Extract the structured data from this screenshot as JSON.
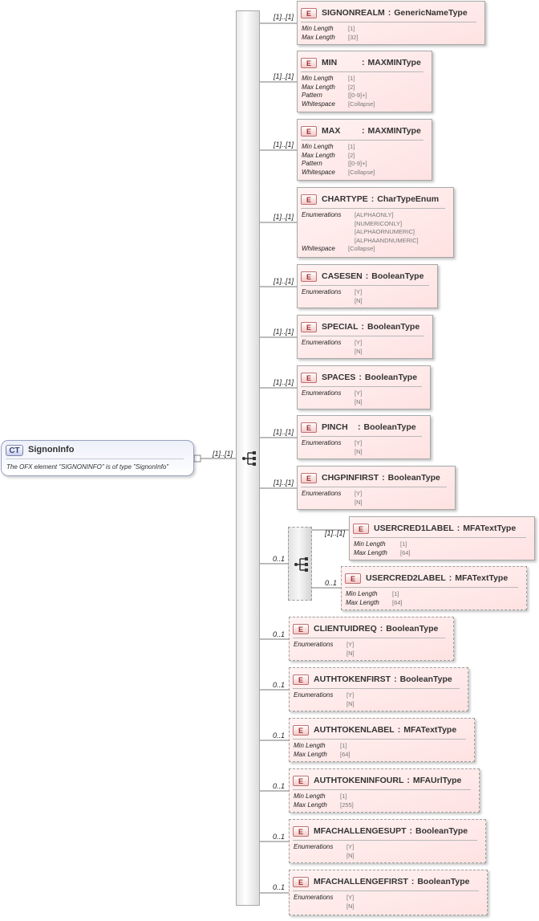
{
  "complex_type": {
    "badge": "CT",
    "name": "SignonInfo",
    "documentation": "The OFX element \"SIGNONINFO\" is of type \"SignonInfo\"",
    "occurrence": "[1]..[1]"
  },
  "elements": [
    {
      "badge": "E",
      "name": "SIGNONREALM",
      "sep": ":",
      "type": "GenericNameType",
      "occurrence": "[1]..[1]",
      "optional": false,
      "props": [
        {
          "name": "Min Length",
          "values": [
            "[1]"
          ]
        },
        {
          "name": "Max Length",
          "values": [
            "[32]"
          ]
        }
      ]
    },
    {
      "badge": "E",
      "name": "MIN",
      "sep": ":",
      "type": "MAXMINType",
      "occurrence": "[1]..[1]",
      "optional": false,
      "props": [
        {
          "name": "Min Length",
          "values": [
            "[1]"
          ]
        },
        {
          "name": "Max Length",
          "values": [
            "[2]"
          ]
        },
        {
          "name": "Pattern",
          "values": [
            "[[0-9]+]"
          ]
        },
        {
          "name": "Whitespace",
          "values": [
            "[Collapse]"
          ]
        }
      ]
    },
    {
      "badge": "E",
      "name": "MAX",
      "sep": ":",
      "type": "MAXMINType",
      "occurrence": "[1]..[1]",
      "optional": false,
      "props": [
        {
          "name": "Min Length",
          "values": [
            "[1]"
          ]
        },
        {
          "name": "Max Length",
          "values": [
            "[2]"
          ]
        },
        {
          "name": "Pattern",
          "values": [
            "[[0-9]+]"
          ]
        },
        {
          "name": "Whitespace",
          "values": [
            "[Collapse]"
          ]
        }
      ]
    },
    {
      "badge": "E",
      "name": "CHARTYPE",
      "sep": ":",
      "type": "CharTypeEnum",
      "occurrence": "[1]..[1]",
      "optional": false,
      "props": [
        {
          "name": "Enumerations",
          "values": [
            "[ALPHAONLY]",
            "[NUMERICONLY]",
            "[ALPHAORNUMERIC]",
            "[ALPHAANDNUMERIC]"
          ]
        },
        {
          "name": "Whitespace",
          "values": [
            "[Collapse]"
          ]
        }
      ]
    },
    {
      "badge": "E",
      "name": "CASESEN",
      "sep": ":",
      "type": "BooleanType",
      "occurrence": "[1]..[1]",
      "optional": false,
      "props": [
        {
          "name": "Enumerations",
          "values": [
            "[Y]",
            "[N]"
          ]
        }
      ]
    },
    {
      "badge": "E",
      "name": "SPECIAL",
      "sep": ":",
      "type": "BooleanType",
      "occurrence": "[1]..[1]",
      "optional": false,
      "props": [
        {
          "name": "Enumerations",
          "values": [
            "[Y]",
            "[N]"
          ]
        }
      ]
    },
    {
      "badge": "E",
      "name": "SPACES",
      "sep": ":",
      "type": "BooleanType",
      "occurrence": "[1]..[1]",
      "optional": false,
      "props": [
        {
          "name": "Enumerations",
          "values": [
            "[Y]",
            "[N]"
          ]
        }
      ]
    },
    {
      "badge": "E",
      "name": "PINCH",
      "sep": ":",
      "type": "BooleanType",
      "occurrence": "[1]..[1]",
      "optional": false,
      "props": [
        {
          "name": "Enumerations",
          "values": [
            "[Y]",
            "[N]"
          ]
        }
      ]
    },
    {
      "badge": "E",
      "name": "CHGPINFIRST",
      "sep": ":",
      "type": "BooleanType",
      "occurrence": "[1]..[1]",
      "optional": false,
      "props": [
        {
          "name": "Enumerations",
          "values": [
            "[Y]",
            "[N]"
          ]
        }
      ]
    },
    {
      "badge": "E",
      "name": "USERCRED1LABEL",
      "sep": ":",
      "type": "MFATextType",
      "occurrence": "[1]..[1]",
      "optional": false,
      "props": [
        {
          "name": "Min Length",
          "values": [
            "[1]"
          ]
        },
        {
          "name": "Max Length",
          "values": [
            "[64]"
          ]
        }
      ]
    },
    {
      "badge": "E",
      "name": "USERCRED2LABEL",
      "sep": ":",
      "type": "MFATextType",
      "occurrence": "0..1",
      "optional": true,
      "props": [
        {
          "name": "Min Length",
          "values": [
            "[1]"
          ]
        },
        {
          "name": "Max Length",
          "values": [
            "[64]"
          ]
        }
      ]
    },
    {
      "badge": "E",
      "name": "CLIENTUIDREQ",
      "sep": ":",
      "type": "BooleanType",
      "occurrence": "0..1",
      "optional": true,
      "props": [
        {
          "name": "Enumerations",
          "values": [
            "[Y]",
            "[N]"
          ]
        }
      ]
    },
    {
      "badge": "E",
      "name": "AUTHTOKENFIRST",
      "sep": ":",
      "type": "BooleanType",
      "occurrence": "0..1",
      "optional": true,
      "props": [
        {
          "name": "Enumerations",
          "values": [
            "[Y]",
            "[N]"
          ]
        }
      ]
    },
    {
      "badge": "E",
      "name": "AUTHTOKENLABEL",
      "sep": ":",
      "type": "MFATextType",
      "occurrence": "0..1",
      "optional": true,
      "props": [
        {
          "name": "Min Length",
          "values": [
            "[1]"
          ]
        },
        {
          "name": "Max Length",
          "values": [
            "[64]"
          ]
        }
      ]
    },
    {
      "badge": "E",
      "name": "AUTHTOKENINFOURL",
      "sep": ":",
      "type": "MFAUrlType",
      "occurrence": "0..1",
      "optional": true,
      "props": [
        {
          "name": "Min Length",
          "values": [
            "[1]"
          ]
        },
        {
          "name": "Max Length",
          "values": [
            "[255]"
          ]
        }
      ]
    },
    {
      "badge": "E",
      "name": "MFACHALLENGESUPT",
      "sep": ":",
      "type": "BooleanType",
      "occurrence": "0..1",
      "optional": true,
      "props": [
        {
          "name": "Enumerations",
          "values": [
            "[Y]",
            "[N]"
          ]
        }
      ]
    },
    {
      "badge": "E",
      "name": "MFACHALLENGEFIRST",
      "sep": ":",
      "type": "BooleanType",
      "occurrence": "0..1",
      "optional": true,
      "props": [
        {
          "name": "Enumerations",
          "values": [
            "[Y]",
            "[N]"
          ]
        }
      ]
    }
  ],
  "choice_occurrence": "0..1"
}
